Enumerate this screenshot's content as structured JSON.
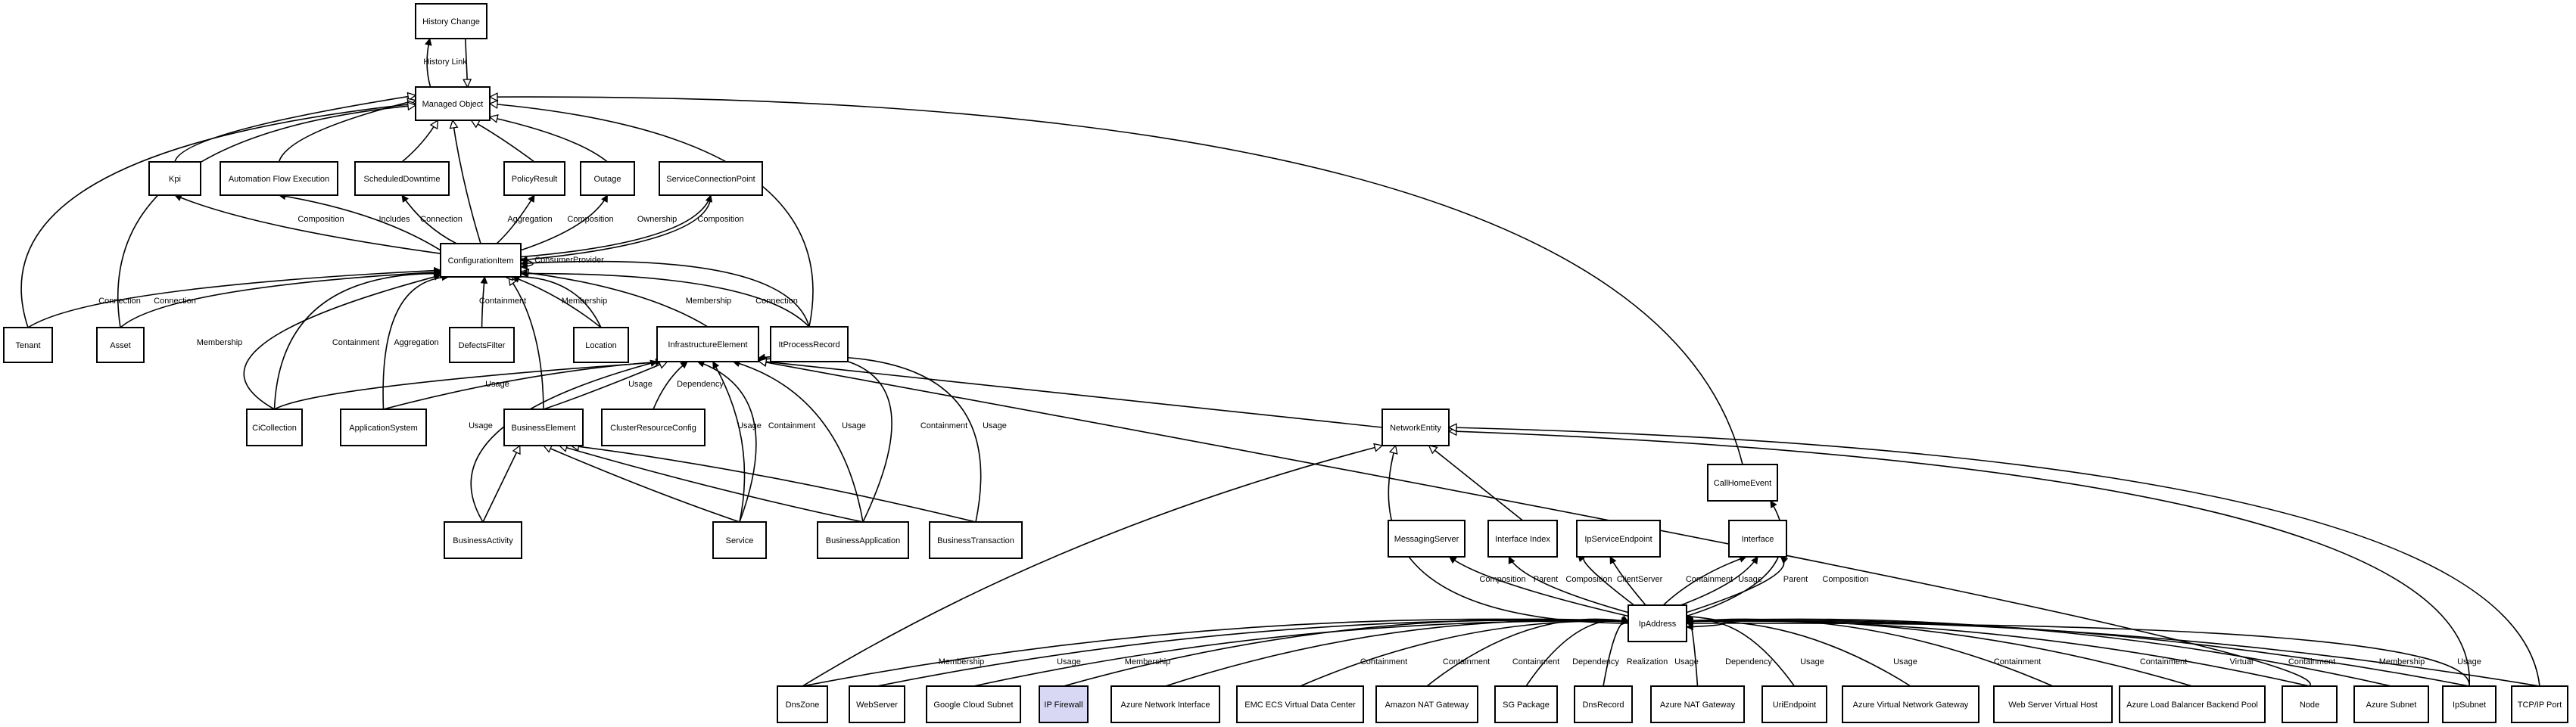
{
  "nodes": {
    "history_change": "History Change",
    "managed_object": "Managed Object",
    "kpi": "Kpi",
    "automation_flow_execution": "Automation Flow Execution",
    "scheduled_downtime": "ScheduledDowntime",
    "policy_result": "PolicyResult",
    "outage": "Outage",
    "service_connection_point": "ServiceConnectionPoint",
    "configuration_item": "ConfigurationItem",
    "tenant": "Tenant",
    "asset": "Asset",
    "defects_filter": "DefectsFilter",
    "location": "Location",
    "infrastructure_element": "InfrastructureElement",
    "it_process_record": "ItProcessRecord",
    "ci_collection": "CiCollection",
    "application_system": "ApplicationSystem",
    "business_element": "BusinessElement",
    "cluster_resource_config": "ClusterResourceConfig",
    "network_entity": "NetworkEntity",
    "call_home_event": "CallHomeEvent",
    "business_activity": "BusinessActivity",
    "service": "Service",
    "business_application": "BusinessApplication",
    "business_transaction": "BusinessTransaction",
    "messaging_server": "MessagingServer",
    "interface_index": "Interface Index",
    "ip_service_endpoint": "IpServiceEndpoint",
    "interface": "Interface",
    "ip_address": "IpAddress",
    "dns_zone": "DnsZone",
    "web_server": "WebServer",
    "google_cloud_subnet": "Google Cloud Subnet",
    "ip_firewall": "IP Firewall",
    "azure_network_interface": "Azure Network Interface",
    "emc_ecs_vdc": "EMC ECS Virtual Data Center",
    "amazon_nat_gateway": "Amazon NAT Gateway",
    "sg_package": "SG Package",
    "dns_record": "DnsRecord",
    "azure_nat_gateway": "Azure NAT Gateway",
    "uri_endpoint": "UriEndpoint",
    "azure_vnet_gateway": "Azure Virtual Network Gateway",
    "web_server_virtual_host": "Web Server Virtual Host",
    "azure_lb_backend_pool": "Azure Load Balancer Backend Pool",
    "node": "Node",
    "azure_subnet": "Azure Subnet",
    "ip_subnet": "IpSubnet",
    "tcpip_port": "TCP/IP Port"
  },
  "edge_labels": {
    "history_link": "History Link",
    "connection": "Connection",
    "composition": "Composition",
    "includes": "Includes",
    "aggregation": "Aggregation",
    "ownership": "Ownership",
    "consumer_provider": "ConsumerProvider",
    "membership": "Membership",
    "containment": "Containment",
    "usage": "Usage",
    "dependency": "Dependency",
    "parent": "Parent",
    "client_server": "ClientServer",
    "realization": "Realization",
    "virtual": "Virtual"
  },
  "colors": {
    "stroke": "#000000",
    "background": "#ffffff",
    "highlight_fill": "#d8d8f4"
  }
}
